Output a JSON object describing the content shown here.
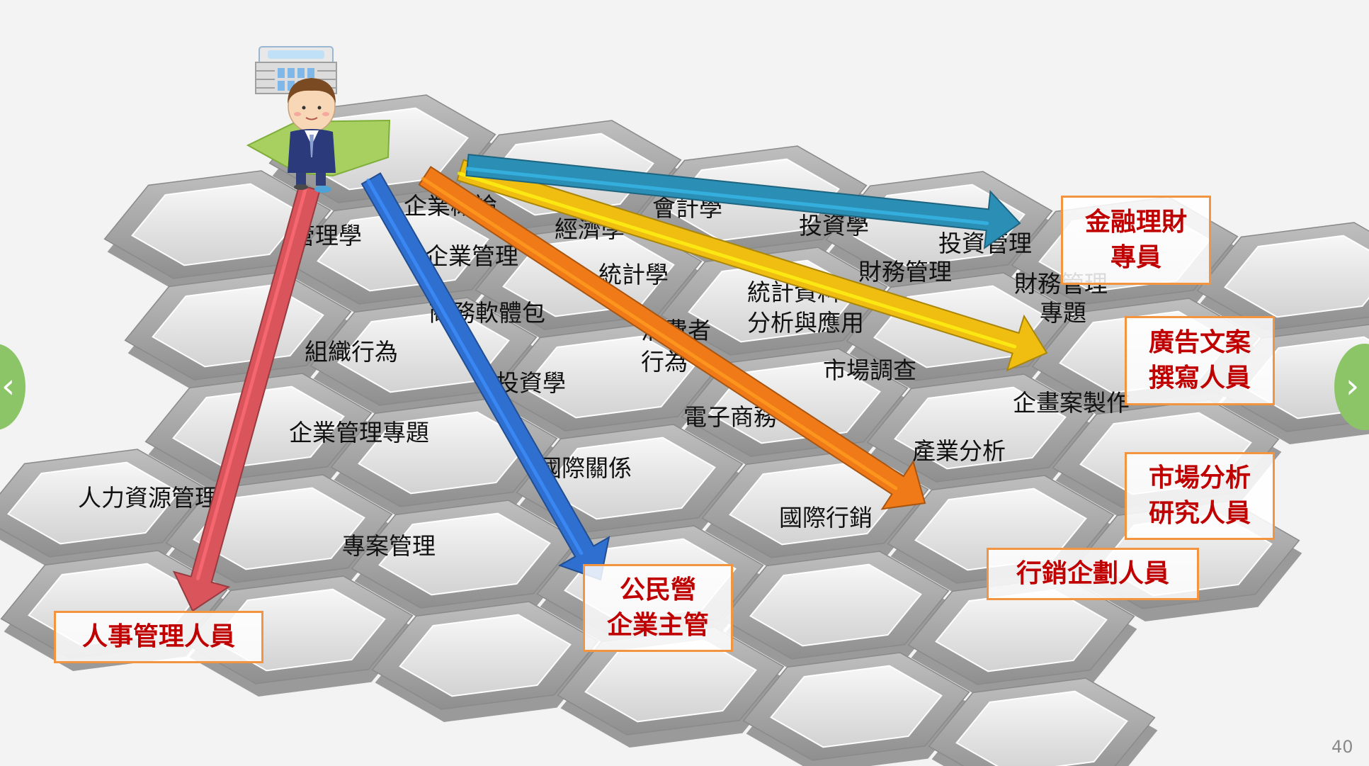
{
  "courses": {
    "management": "管理學",
    "business_intro": "企業概論",
    "economics": "經濟學",
    "accounting": "會計學",
    "investment": "投資學",
    "investment_management": "投資管理",
    "enterprise_management": "企業管理",
    "statistics": "統計學",
    "statistical_analysis_1": "統計資料",
    "statistical_analysis_2": "分析與應用",
    "financial_management": "財務管理",
    "financial_seminar_1": "財務管理",
    "financial_seminar_2": "專題",
    "business_software": "商務軟體包",
    "organizational_behavior": "組織行為",
    "consumer_behavior_1": "消費者",
    "consumer_behavior_2": "行為",
    "market_research": "市場調查",
    "investment_science": "投資學",
    "e_commerce": "電子商務",
    "proposal_making": "企畫案製作",
    "bm_seminar": "企業管理專題",
    "international_relations": "國際關係",
    "industry_analysis": "產業分析",
    "hr_management": "人力資源管理",
    "international_marketing": "國際行銷",
    "project_management": "專案管理"
  },
  "careers": {
    "hr_staff": "人事管理人員",
    "manager_1": "公民營",
    "manager_2": "企業主管",
    "finance_1": "金融理財",
    "finance_2": "專員",
    "copywriter_1": "廣告文案",
    "copywriter_2": "撰寫人員",
    "market_analyst_1": "市場分析",
    "market_analyst_2": "研究人員",
    "marketing_planner": "行銷企劃人員"
  },
  "arrow_colors": {
    "red": "#d9545b",
    "blue": "#2f6fd0",
    "orange": "#f07a18",
    "yellow": "#f0be10",
    "teal": "#2b8fb5"
  },
  "accent_colors": {
    "box_border": "#f29440",
    "career_text": "#c00000",
    "nav": "#8cc567"
  },
  "nav": {
    "prev_icon": "‹",
    "next_icon": "›"
  },
  "page_number": "40"
}
